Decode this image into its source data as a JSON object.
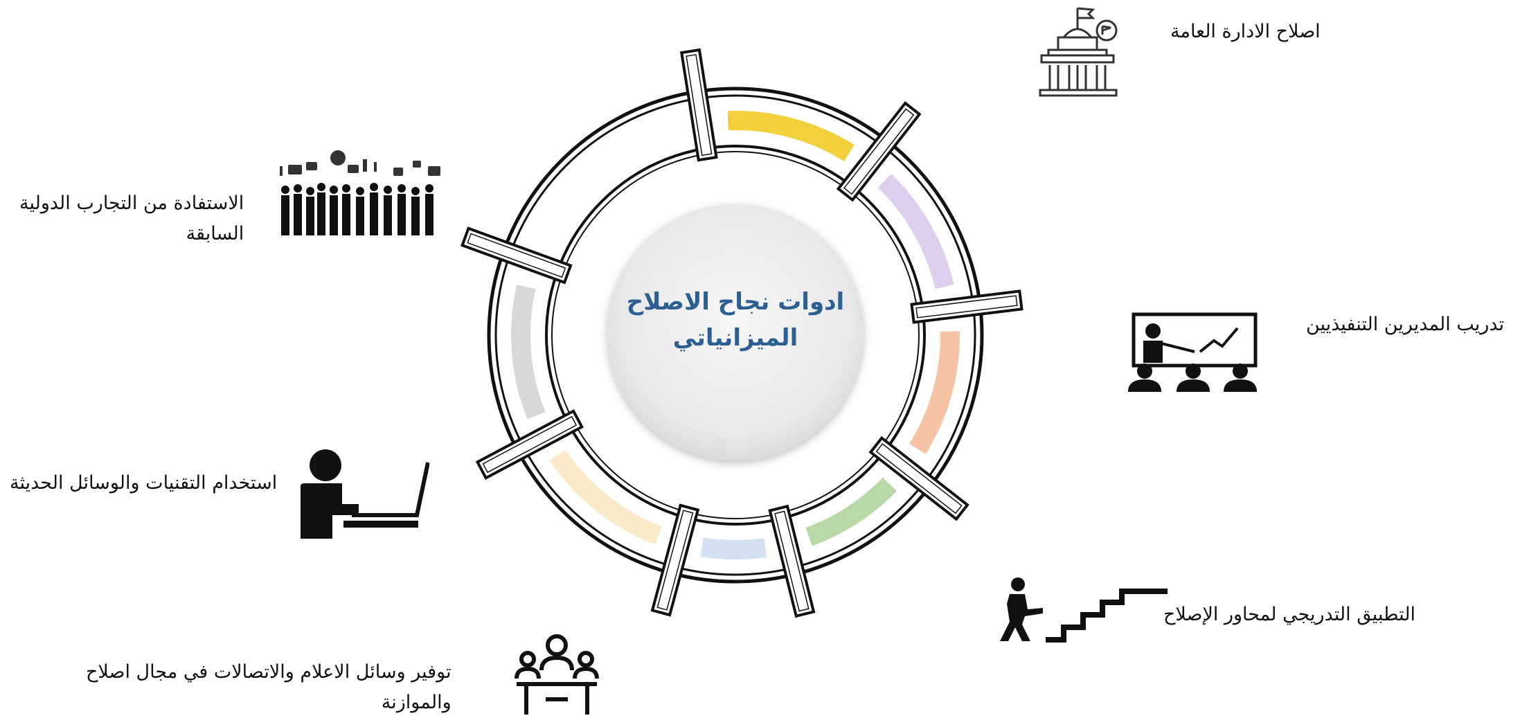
{
  "center": {
    "line1": "ادوات نجاح الاصلاح",
    "line2": "الميزانياتي"
  },
  "segments": [
    {
      "color": "#f2cf3d"
    },
    {
      "color": "#ddd0ef"
    },
    {
      "color": "#f6c3a5"
    },
    {
      "color": "#b9d8a8"
    },
    {
      "color": "#d3e1f2"
    },
    {
      "color": "#faeaca"
    },
    {
      "color": "#d8d8d8"
    }
  ],
  "items": [
    {
      "id": "public-admin",
      "lines": [
        "اصلاح الادارة العامة"
      ],
      "icon": "government-building-icon"
    },
    {
      "id": "training",
      "lines": [
        "تدريب المديرين التنفيذيين"
      ],
      "icon": "classroom-presentation-icon"
    },
    {
      "id": "gradual",
      "lines": [
        "التطبيق التدريجي لمحاور الإصلاح"
      ],
      "icon": "person-climbing-stairs-icon"
    },
    {
      "id": "media",
      "lines": [
        "توفير وسائل الاعلام والاتصالات   في مجال اصلاح",
        "والموازنة"
      ],
      "icon": "meeting-people-icon"
    },
    {
      "id": "tech",
      "lines": [
        "استخدام التقنيات والوسائل الحديثة"
      ],
      "icon": "person-laptop-icon"
    },
    {
      "id": "experience",
      "lines": [
        "الاستفادة من التجارب الدولية",
        "السابقة"
      ],
      "icon": "crowd-speech-bubbles-icon"
    }
  ]
}
